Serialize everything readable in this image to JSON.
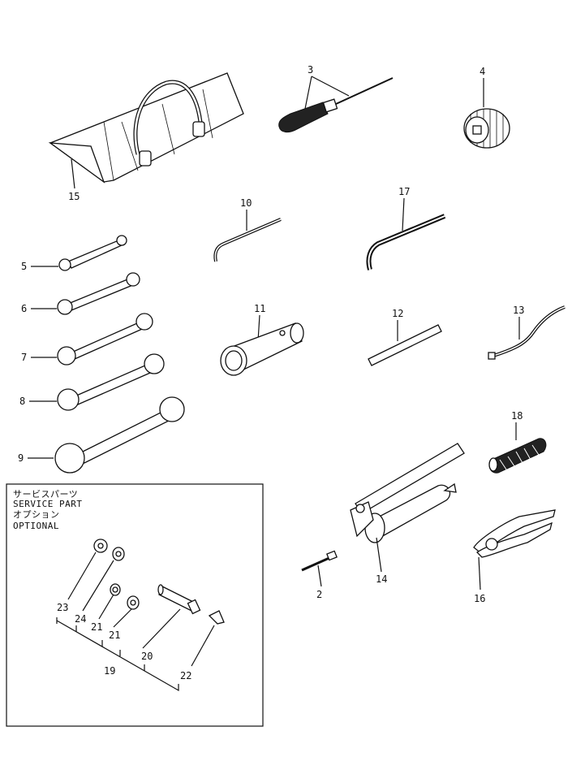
{
  "service_box": {
    "line1": "サービスパーツ",
    "line2": "SERVICE PART",
    "line3": "オプション",
    "line4": "OPTIONAL"
  },
  "callouts": {
    "p2": "2",
    "p3": "3",
    "p4": "4",
    "p5": "5",
    "p6": "6",
    "p7": "7",
    "p8": "8",
    "p9": "9",
    "p10": "10",
    "p11": "11",
    "p12": "12",
    "p13": "13",
    "p14": "14",
    "p15": "15",
    "p16": "16",
    "p17": "17",
    "p18": "18",
    "p19": "19",
    "p20": "20",
    "p21a": "21",
    "p21b": "21",
    "p22": "22",
    "p23": "23",
    "p24": "24"
  }
}
